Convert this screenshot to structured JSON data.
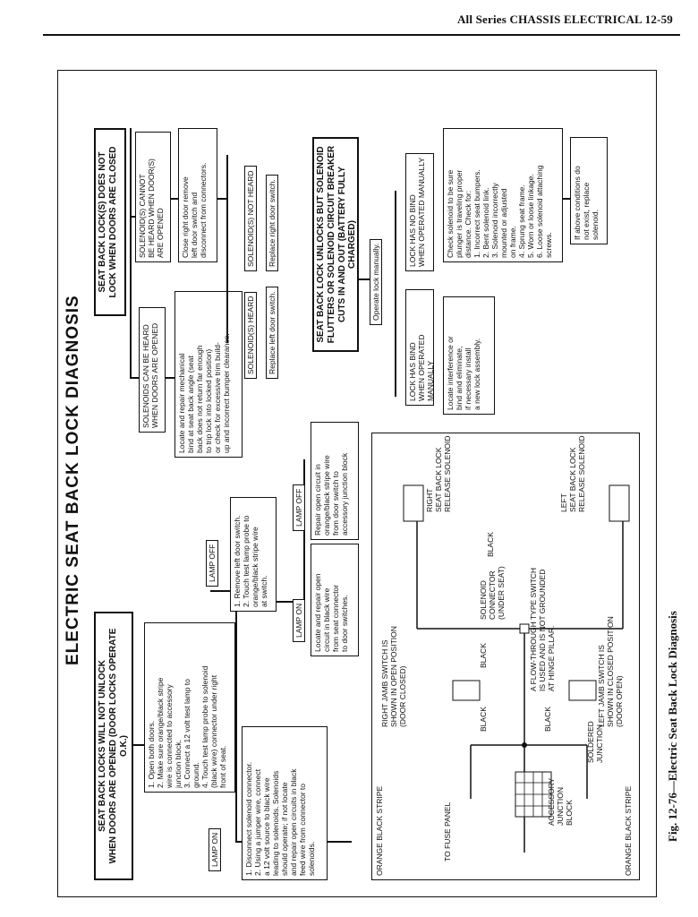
{
  "header": {
    "text": "All Series CHASSIS ELECTRICAL   12-59"
  },
  "title": "ELECTRIC SEAT BACK LOCK DIAGNOSIS",
  "caption": "Fig. 12-76—Electric Seat Back Lock Diagnosis",
  "left": {
    "problem": "SEAT BACK LOCKS WILL NOT UNLOCK\nWHEN DOORS ARE OPENED (DOOR LOCKS OPERATE O.K.)",
    "steps": "1.  Open both doors.\n2.  Make sure orange/black stripe\n     wire is connected to accessory\n     junction block.\n3.  Connect a 12 volt test lamp to\n     ground.\n4.  Touch test lamp probe to solenoid\n     (black wire) connector under right\n     front of seat.",
    "lamp_on": "LAMP ON",
    "lamp_off": "LAMP OFF",
    "lamp_on_action": "1.  Disconnect solenoid connector.\n2.  Using a jumper wire, connect\n     a 12 volt source to black wire\n     leading to solenoids.  Solenoids\n     should operate; if not locate\n     and repair open circuits in black\n     feed wire from connector to\n     solenoids.",
    "lamp_off_steps": "1.  Remove left door switch.\n2.  Touch test lamp probe to\n     orange/black stripe wire\n     at switch.",
    "lamp_on2": "LAMP ON",
    "lamp_off2": "LAMP OFF",
    "lamp_on2_action": "Locate and repair open\ncircuit in black wire\nfrom seat connector\nto door switches.",
    "lamp_off2_action": "Repair open circuit in\norange/black stripe wire\nfrom door switch to\naccessory junction block"
  },
  "right_top": {
    "problem": "SEAT BACK LOCK(S) DOES NOT\nLOCK WHEN DOORS ARE CLOSED",
    "can_be_heard": "SOLENOIDS CAN BE HEARD\nWHEN DOORS ARE OPENED",
    "cannot_heard": "SOLENOID(S) CANNOT\nBE HEARD WHEN DOOR(S)\nARE OPENED",
    "mech_action": "Locate and repair mechanical\nbind at seat back angle (seat\nback does not return far enough\nto trip lock into locked position)\nor check for excessive trim build-\nup and incorrect bumper clearance.",
    "close_action": "Close right door remove\nleft door switch and\ndisconnect from connectors.",
    "heard": "SOLENOID(S) HEARD",
    "not_heard": "SOLENOID(S) NOT HEARD",
    "replace_left": "Replace left door switch.",
    "replace_right": "Replace right door switch."
  },
  "right_bottom": {
    "problem": "SEAT BACK LOCK UNLOCKS BUT SOLENOID\nFLUTTERS OR SOLENOID CIRCUIT BREAKER\nCUTS IN AND OUT (BATTERY FULLY CHARGED)",
    "operate": "Operate lock manually.",
    "has_bind": "LOCK HAS BIND\nWHEN OPERATED MANUALLY",
    "no_bind": "LOCK HAS NO BIND\nWHEN OPERATED MANUALLY",
    "bind_action": "Locate interference or\nbind and eliminate,\nif necessary install\na new lock assembly.",
    "check_action": "Check solenoid to be sure\nplunger is traveling proper\ndistance.  Check for:\n1.  Incorrect seat bumpers.\n2.  Bent solenoid link.\n3.  Solenoid incorrectly\n     mounted or adjusted\n     on frame.\n4.  Sprung seat frame.\n5.  Worn or loose linkage.\n6.  Loose solenoid attaching\n     screws.",
    "above_action": "If above conditions do\nnot exist, replace\nsolenoid."
  },
  "wiring": {
    "orange_black_top": "ORANGE BLACK STRIPE",
    "orange_black_bottom": "ORANGE BLACK STRIPE",
    "to_fuse_panel": "TO FUSE PANEL",
    "accessory_block": "ACCESSORY\nJUNCTION\nBLOCK",
    "soldered": "SOLDERED\nJUNCTION",
    "right_jamb": "RIGHT JAMB SWITCH IS\nSHOWN IN OPEN POSITION\n(DOOR CLOSED)",
    "left_jamb": "LEFT JAMB SWITCH IS\nSHOWN IN CLOSED POSITION\n(DOOR OPEN)",
    "black1": "BLACK",
    "black2": "BLACK",
    "black3": "BLACK",
    "black4": "BLACK",
    "flow_through": "A FLOW-THROUGH TYPE SWITCH\nIS USED AND IS NOT GROUNDED\nAT HINGE PILLAR.",
    "solenoid_conn": "SOLENOID\nCONNECTOR\n(UNDER SEAT)",
    "right_release": "RIGHT\nSEAT BACK LOCK\nRELEASE SOLENOID",
    "left_release": "LEFT\nSEAT BACK LOCK\nRELEASE SOLENOID"
  }
}
